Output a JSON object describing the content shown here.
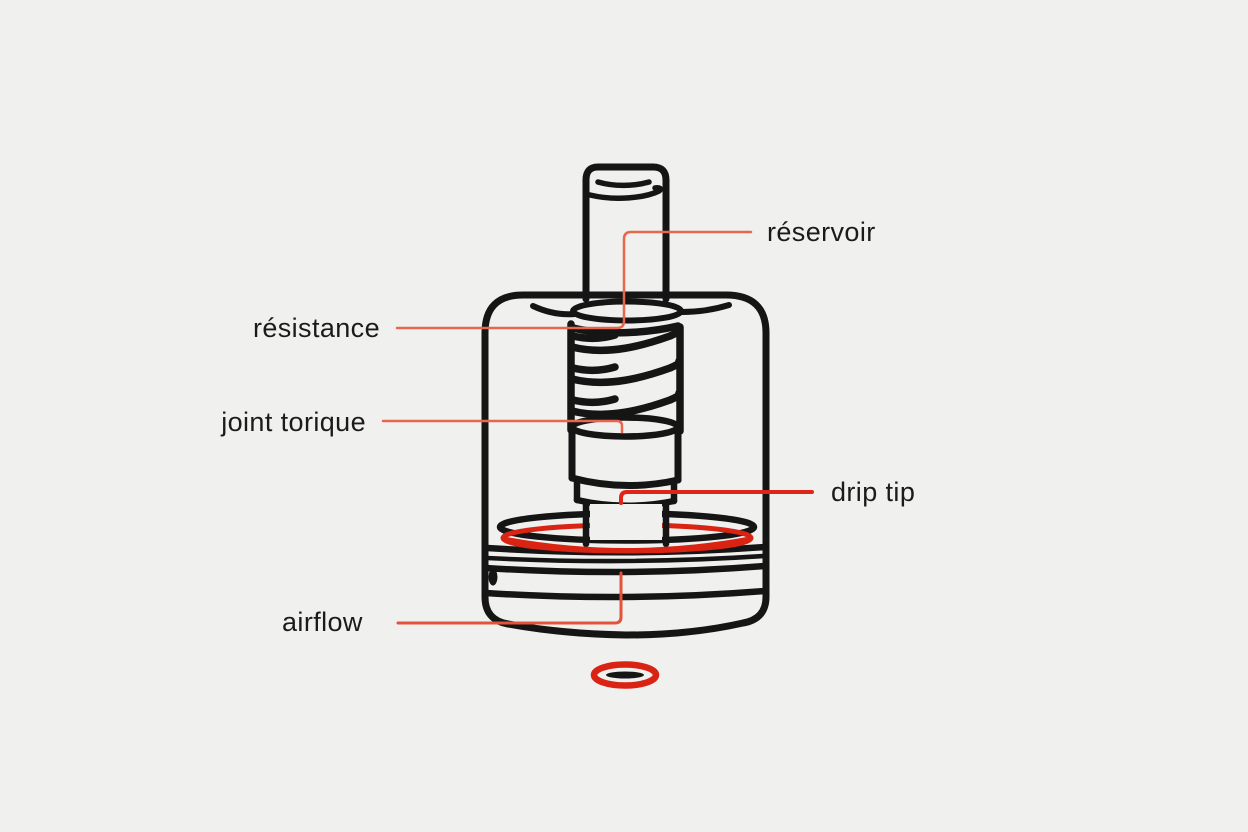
{
  "page": {
    "background_color": "#f0f0ee"
  },
  "diagram": {
    "subject": "vape-atomizer-cutaway",
    "colors": {
      "outline_black": "#151515",
      "leader_salmon": "#e8654e",
      "leader_airflow": "#e25339",
      "leader_driptip": "#de2517",
      "ring_red": "#d92313",
      "text": "#1b1b1b"
    },
    "labels": [
      {
        "id": "reservoir",
        "text": "réservoir",
        "side": "right"
      },
      {
        "id": "resistance",
        "text": "résistance",
        "side": "left"
      },
      {
        "id": "joint-torique",
        "text": "joint torique",
        "side": "left"
      },
      {
        "id": "drip-tip",
        "text": "drip tip",
        "side": "right"
      },
      {
        "id": "airflow",
        "text": "airflow",
        "side": "left"
      }
    ]
  }
}
